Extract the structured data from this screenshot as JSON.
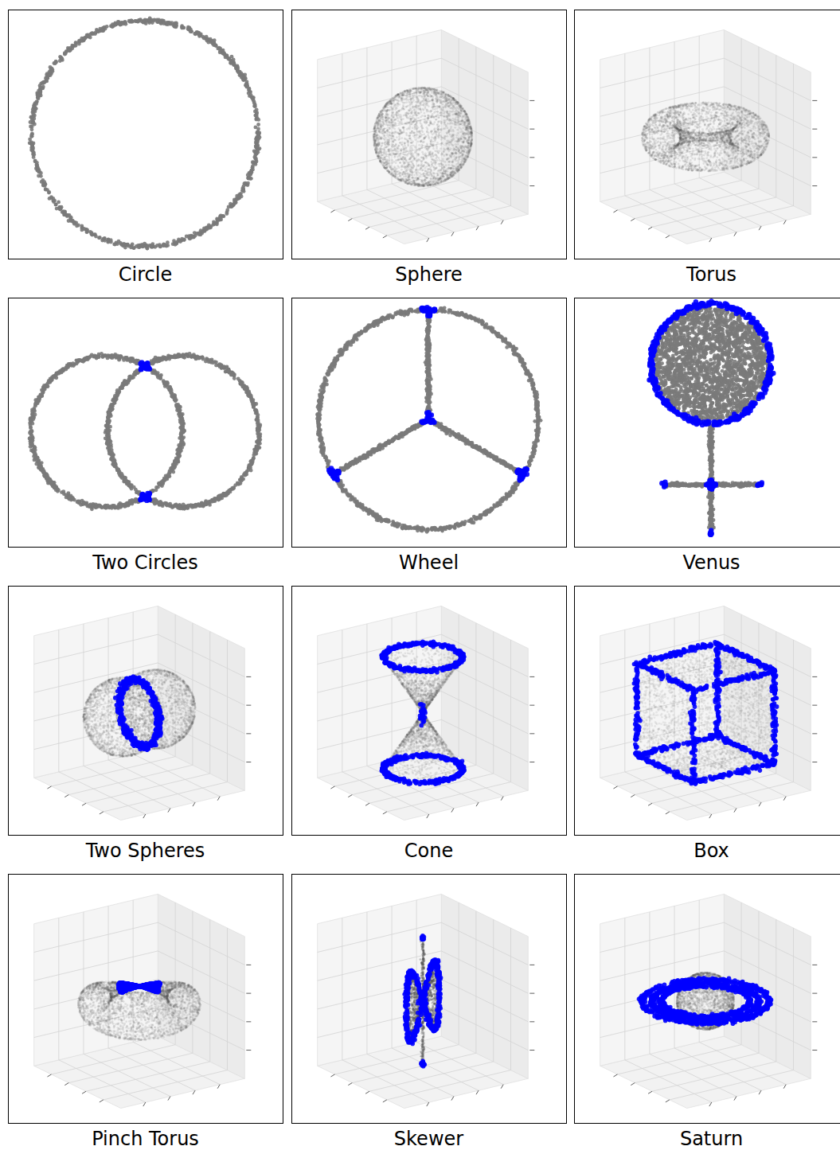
{
  "diagram": {
    "labels": [
      "Circle",
      "Sphere",
      "Torus",
      "Two Circles",
      "Wheel",
      "Venus",
      "Two Spheres",
      "Cone",
      "Box",
      "Pinch Torus",
      "Skewer",
      "Saturn"
    ]
  }
}
